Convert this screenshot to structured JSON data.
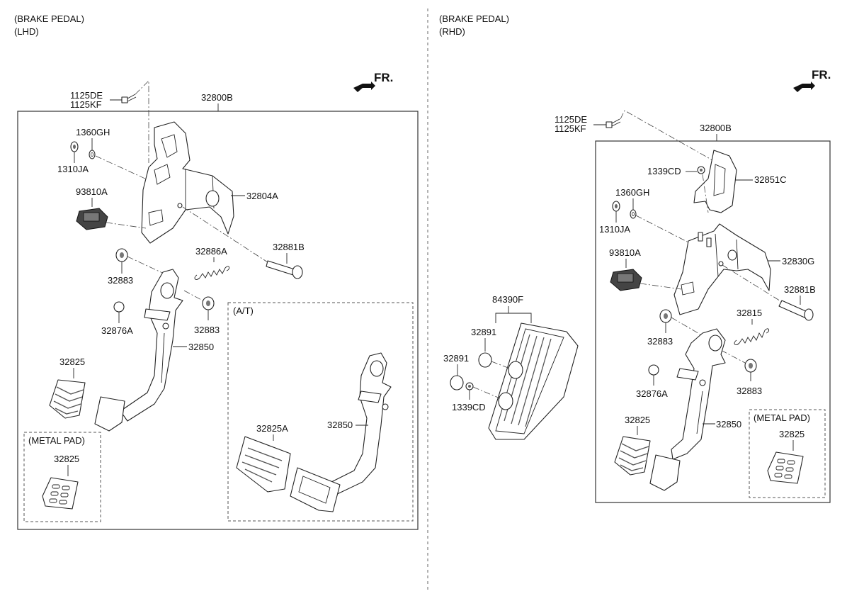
{
  "left": {
    "title": "(BRAKE PEDAL)",
    "subtitle": "(LHD)",
    "direction": "FR.",
    "labels": {
      "p1125DE": "1125DE",
      "p1125KF": "1125KF",
      "p32800B": "32800B",
      "p1360GH": "1360GH",
      "p1310JA": "1310JA",
      "p32804A": "32804A",
      "p93810A": "93810A",
      "p32886A": "32886A",
      "p32881B": "32881B",
      "p32883a": "32883",
      "p32883b": "32883",
      "p32876A": "32876A",
      "p32850": "32850",
      "p32825": "32825",
      "metal_pad": "(METAL PAD)",
      "p32825m": "32825",
      "at": "(A/T)",
      "p32825A": "32825A",
      "p32850at": "32850"
    }
  },
  "right": {
    "title": "(BRAKE PEDAL)",
    "subtitle": "(RHD)",
    "direction": "FR.",
    "labels": {
      "p1125DE": "1125DE",
      "p1125KF": "1125KF",
      "p32800B": "32800B",
      "p1339CD": "1339CD",
      "p32851C": "32851C",
      "p1360GH": "1360GH",
      "p1310JA": "1310JA",
      "p93810A": "93810A",
      "p32830G": "32830G",
      "p32881B": "32881B",
      "p32815": "32815",
      "p32883a": "32883",
      "p32883b": "32883",
      "p32876A": "32876A",
      "p32850": "32850",
      "p32825": "32825",
      "metal_pad": "(METAL PAD)",
      "p32825m": "32825"
    }
  },
  "pad": {
    "labels": {
      "p84390F": "84390F",
      "p32891a": "32891",
      "p32891b": "32891",
      "p1339CD": "1339CD"
    }
  }
}
